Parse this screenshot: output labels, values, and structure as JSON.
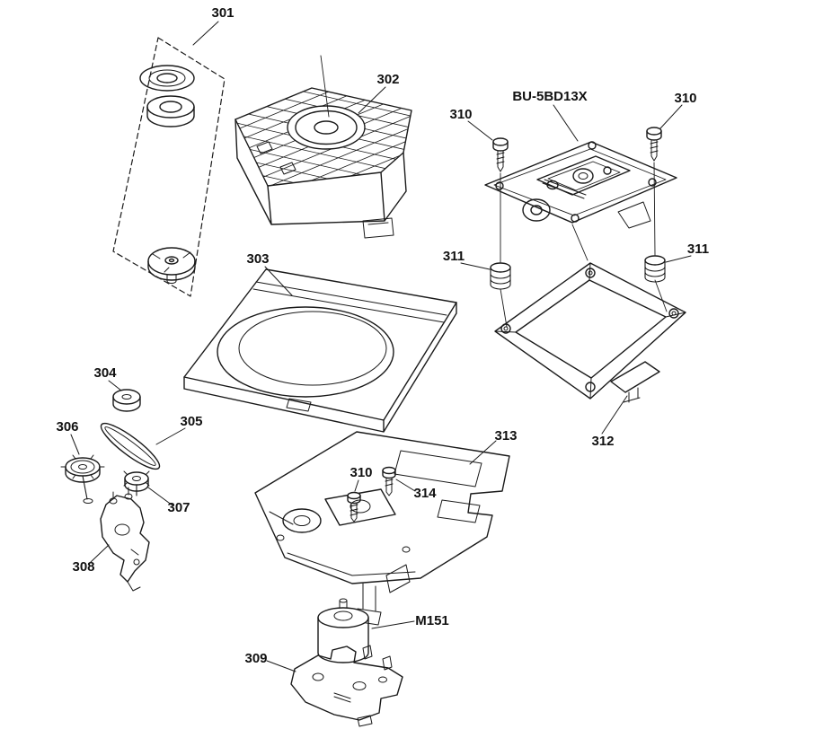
{
  "diagram": {
    "type": "exploded-view",
    "colors": {
      "background": "#ffffff",
      "line": "#1a1a1a",
      "text": "#111111"
    },
    "part_labels": {
      "p301": "301",
      "p302": "302",
      "p303": "303",
      "p304": "304",
      "p305": "305",
      "p306": "306",
      "p307": "307",
      "p308": "308",
      "p309": "309",
      "p310_left": "310",
      "p310_right": "310",
      "p310_mid": "310",
      "p311_left": "311",
      "p311_right": "311",
      "p312": "312",
      "p313": "313",
      "p314": "314",
      "pickup_model": "BU-5BD13X",
      "motor_model": "M151"
    }
  }
}
